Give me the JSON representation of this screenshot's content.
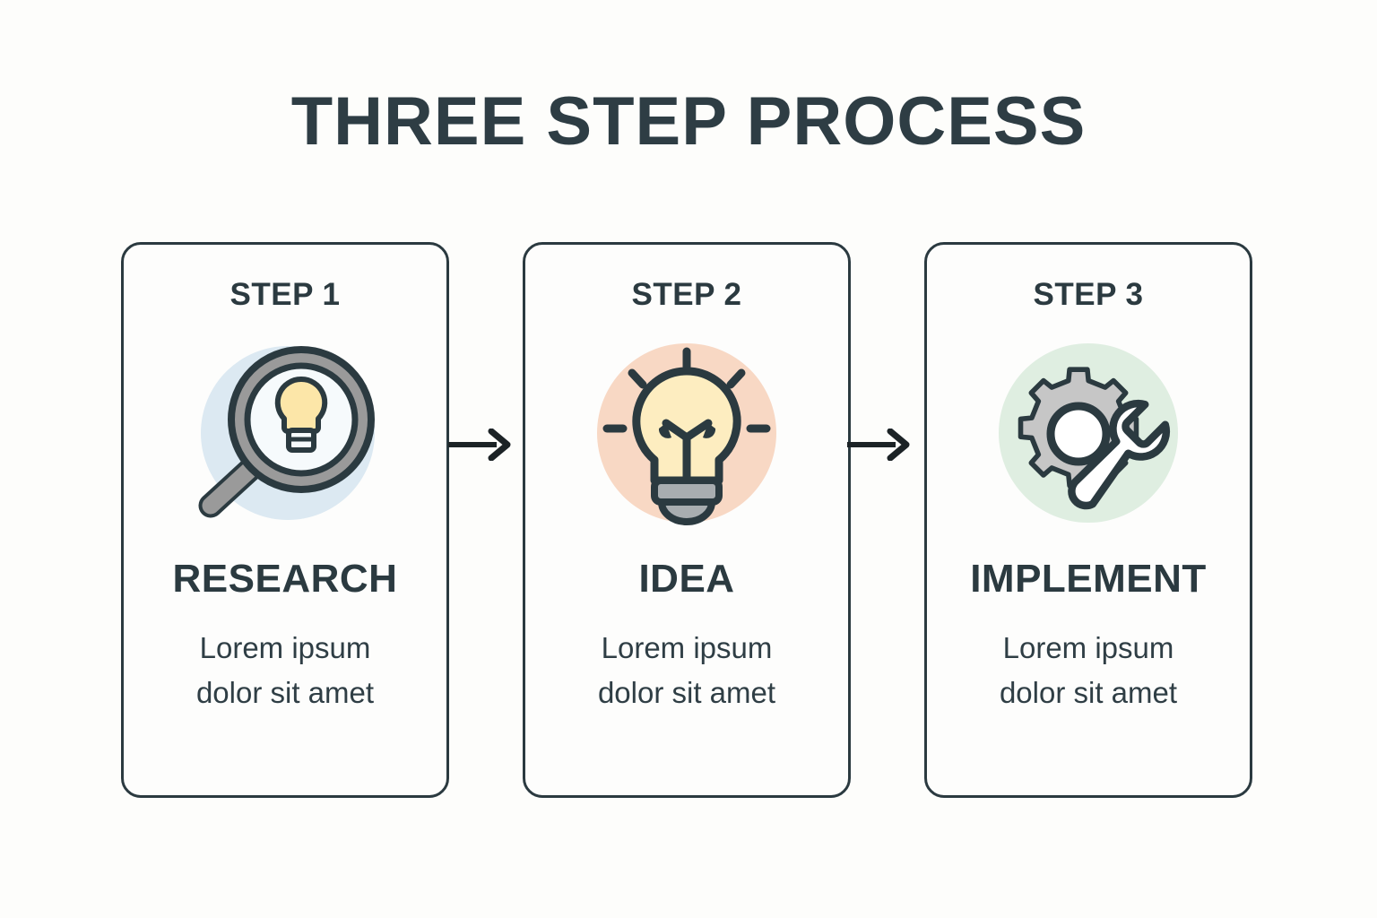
{
  "header": {
    "title": "THREE STEP PROCESS"
  },
  "colors": {
    "background": "#fdfdfb",
    "ink": "#2b3a40",
    "card_border": "#2b3a40",
    "card_fill": "#fdfdfc",
    "step1_circle": "#dce9f2",
    "step2_circle": "#f8d8c4",
    "step3_circle": "#dfeee1",
    "metal_gray": "#9a9a9a",
    "gear_gray": "#c6c6c6",
    "bulb_yellow": "#fce6a8",
    "bulb_glass": "#fdedc0",
    "lens_white": "#f6fafc"
  },
  "steps": [
    {
      "number": "STEP 1",
      "title": "RESEARCH",
      "description": "Lorem ipsum dolor sit amet",
      "icon": "magnifier-bulb-icon",
      "circle_color": "#dce9f2"
    },
    {
      "number": "STEP 2",
      "title": "IDEA",
      "description": "Lorem ipsum dolor sit amet",
      "icon": "lightbulb-icon",
      "circle_color": "#f8d8c4"
    },
    {
      "number": "STEP 3",
      "title": "IMPLEMENT",
      "description": "Lorem ipsum dolor sit amet",
      "icon": "gear-wrench-icon",
      "circle_color": "#dfeee1"
    }
  ],
  "connectors": [
    {
      "name": "arrow-right-icon",
      "from": "STEP 1",
      "to": "STEP 2"
    },
    {
      "name": "arrow-right-icon",
      "from": "STEP 2",
      "to": "STEP 3"
    }
  ]
}
